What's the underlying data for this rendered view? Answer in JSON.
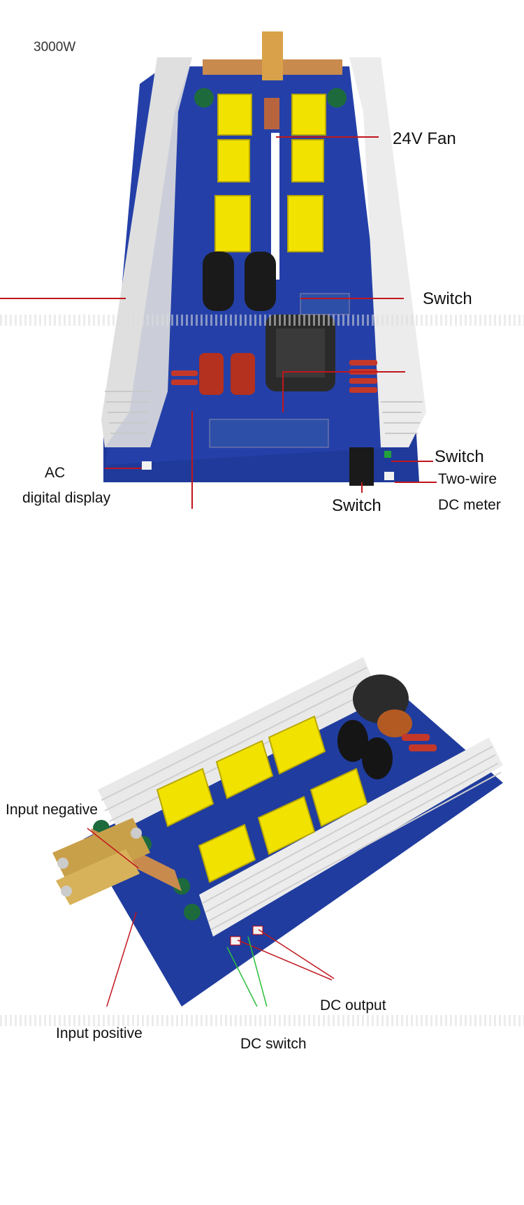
{
  "top_photo": {
    "title": "3000W",
    "labels": {
      "fan": "24V Fan",
      "switch_top": "Switch",
      "switch_right": "Switch",
      "switch_bottom": "Switch",
      "two_wire": "Two-wire",
      "dc_meter": "DC meter",
      "ac": "AC",
      "digital_display": "digital display"
    }
  },
  "bottom_photo": {
    "labels": {
      "input_negative": "Input negative",
      "input_positive": "Input positive",
      "dc_output": "DC output",
      "dc_switch": "DC switch"
    }
  },
  "colors": {
    "pcb": "#1e3a9e",
    "heatsink": "#e6e6e6",
    "transformer": "#f2e200",
    "copper": "#c98a4e",
    "leader_red": "#c0161d",
    "leader_green": "#2bbf3a"
  }
}
